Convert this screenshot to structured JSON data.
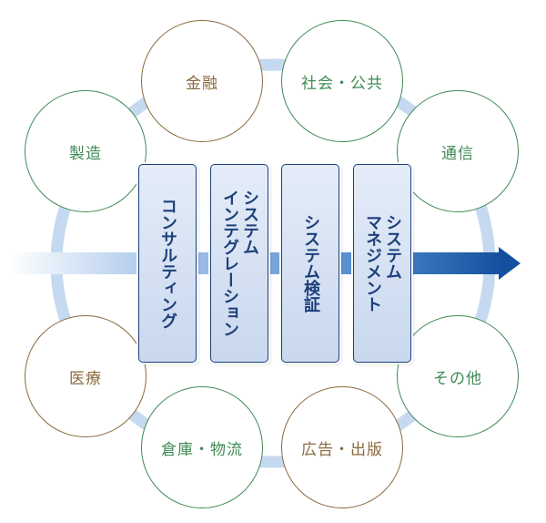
{
  "domains": [
    {
      "key": "finance",
      "label": "金融"
    },
    {
      "key": "society",
      "label": "社会・公共"
    },
    {
      "key": "telecom",
      "label": "通信"
    },
    {
      "key": "other",
      "label": "その他"
    },
    {
      "key": "media",
      "label": "広告・出版"
    },
    {
      "key": "logistics",
      "label": "倉庫・物流"
    },
    {
      "key": "medical",
      "label": "医療"
    },
    {
      "key": "manufacturing",
      "label": "製造"
    }
  ],
  "phases": [
    {
      "key": "consulting",
      "label": "コンサルティング"
    },
    {
      "key": "integration",
      "label": "システム\nインテグレーション"
    },
    {
      "key": "verification",
      "label": "システム検証"
    },
    {
      "key": "management",
      "label": "システム\nマネジメント"
    }
  ],
  "colors": {
    "ring": "#c5daf0",
    "arrow": "#1e5aa8",
    "phase_border": "#1d3f7a",
    "node_green": "#3f8a55",
    "node_brown": "#8a6a3e"
  }
}
